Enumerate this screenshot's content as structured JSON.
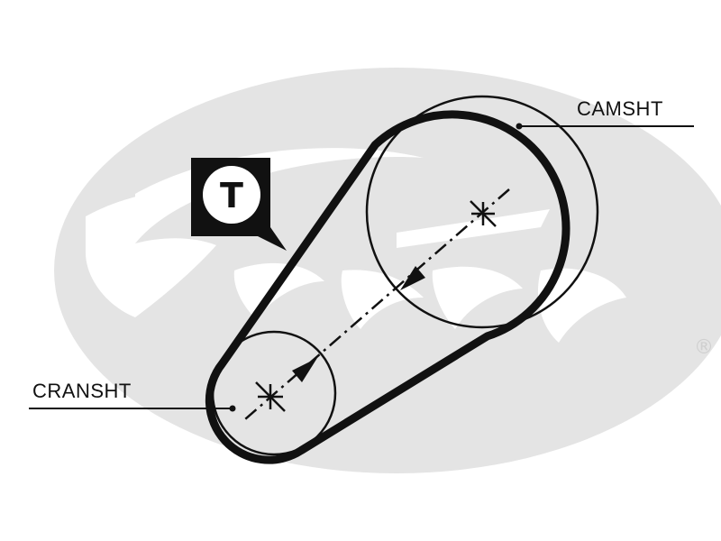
{
  "labels": {
    "camshaft": "CAMSHT",
    "crankshaft": "CRANSHT"
  },
  "tension_badge": {
    "letter": "T"
  },
  "watermark": {
    "text": "Gates",
    "registered_mark": "®",
    "color": "#e4e4e4"
  },
  "colors": {
    "belt": "#111111",
    "pulley_outline": "#111111",
    "leader_line": "#111111",
    "badge_fill": "#111111",
    "badge_text": "#111111"
  }
}
